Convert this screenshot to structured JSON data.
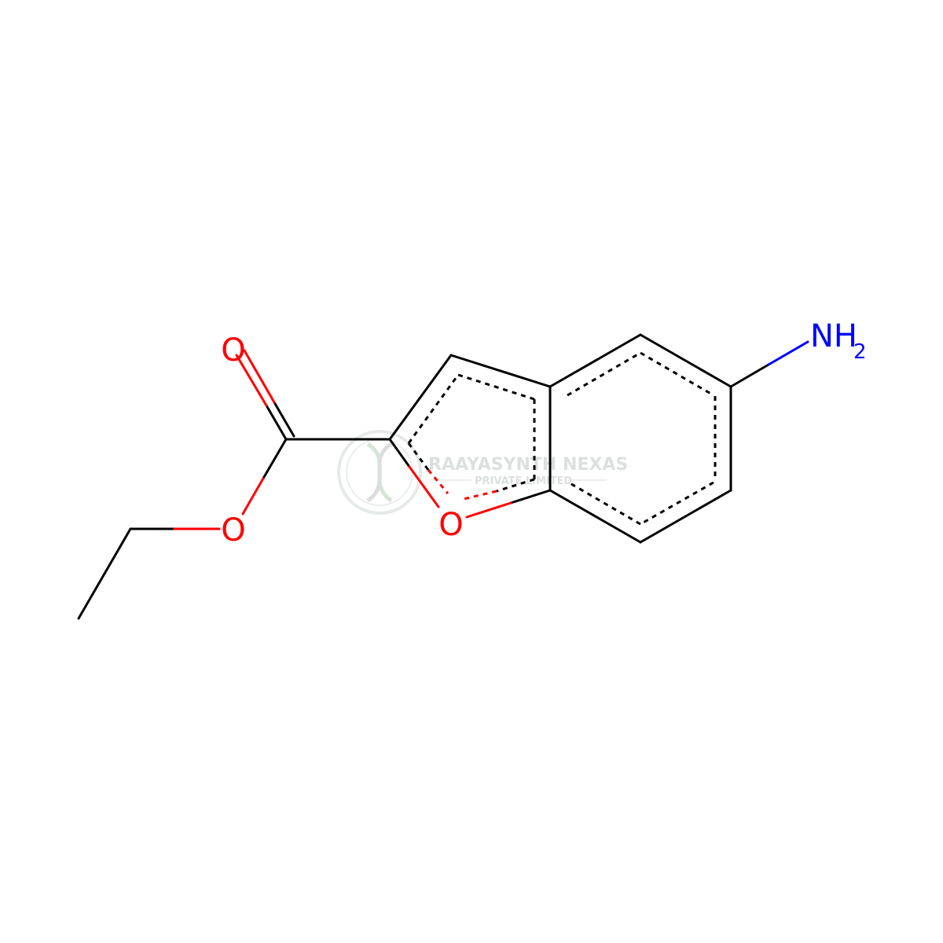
{
  "molecule": {
    "atoms": {
      "carbonyl_o": {
        "label": "O",
        "color": "#ff0000"
      },
      "ester_o": {
        "label": "O",
        "color": "#ff0000"
      },
      "ring_o": {
        "label": "O",
        "color": "#ff0000"
      },
      "amine_n": {
        "label": "NH",
        "subscript": "2",
        "color": "#0000ff"
      }
    },
    "bond_color": "#000000"
  },
  "watermark": {
    "line1": "RAAYASYNTH NEXAS",
    "line2": "PRIVATE LIMITED",
    "color": "#cfd8d2"
  }
}
